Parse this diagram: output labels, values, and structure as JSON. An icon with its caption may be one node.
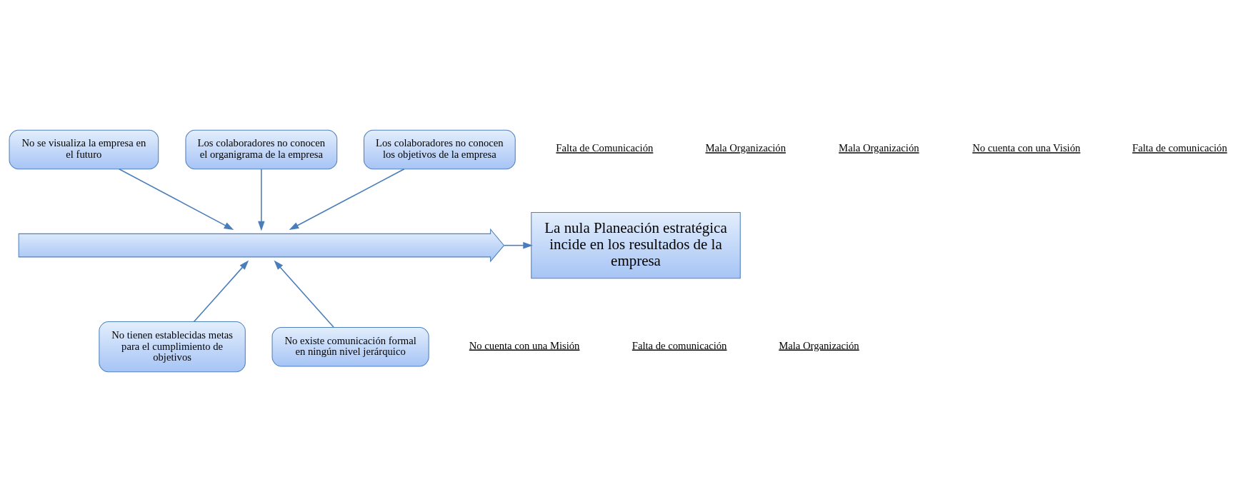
{
  "diagram": {
    "nodes": [
      {
        "text": [
          "No se visualiza la empresa en el futuro"
        ]
      },
      {
        "text": [
          "Los colaboradores no conocen el organigrama de la empresa"
        ]
      },
      {
        "text": [
          "Los colaboradores no conocen los objetivos de la empresa"
        ]
      },
      {
        "text": [
          "No tienen establecidas metas para el cumplimiento de objetivos"
        ]
      },
      {
        "text": [
          "No existe comunicación formal en ningún nivel jerárquico"
        ]
      },
      {
        "text": [],
        "shape": "arrow"
      },
      {
        "text": [
          "La nula Planeación estratégica incide en los resultados de la empresa"
        ]
      }
    ],
    "edges": [
      {
        "from": 0,
        "to": 5,
        "arrow": "to"
      },
      {
        "from": 1,
        "to": 5,
        "arrow": "to"
      },
      {
        "from": 2,
        "to": 5,
        "arrow": "to"
      },
      {
        "from": 3,
        "to": 5,
        "arrow": "to"
      },
      {
        "from": 4,
        "to": 5,
        "arrow": "to"
      },
      {
        "from": 5,
        "to": 6,
        "arrow": "to"
      }
    ],
    "labels": [
      "Falta de Comunicación",
      "Mala Organización",
      "Mala Organización",
      "No cuenta con una Visión",
      "Falta de comunicación",
      "No cuenta con una Misión",
      "Falta de comunicación",
      "Mala Organización"
    ]
  }
}
